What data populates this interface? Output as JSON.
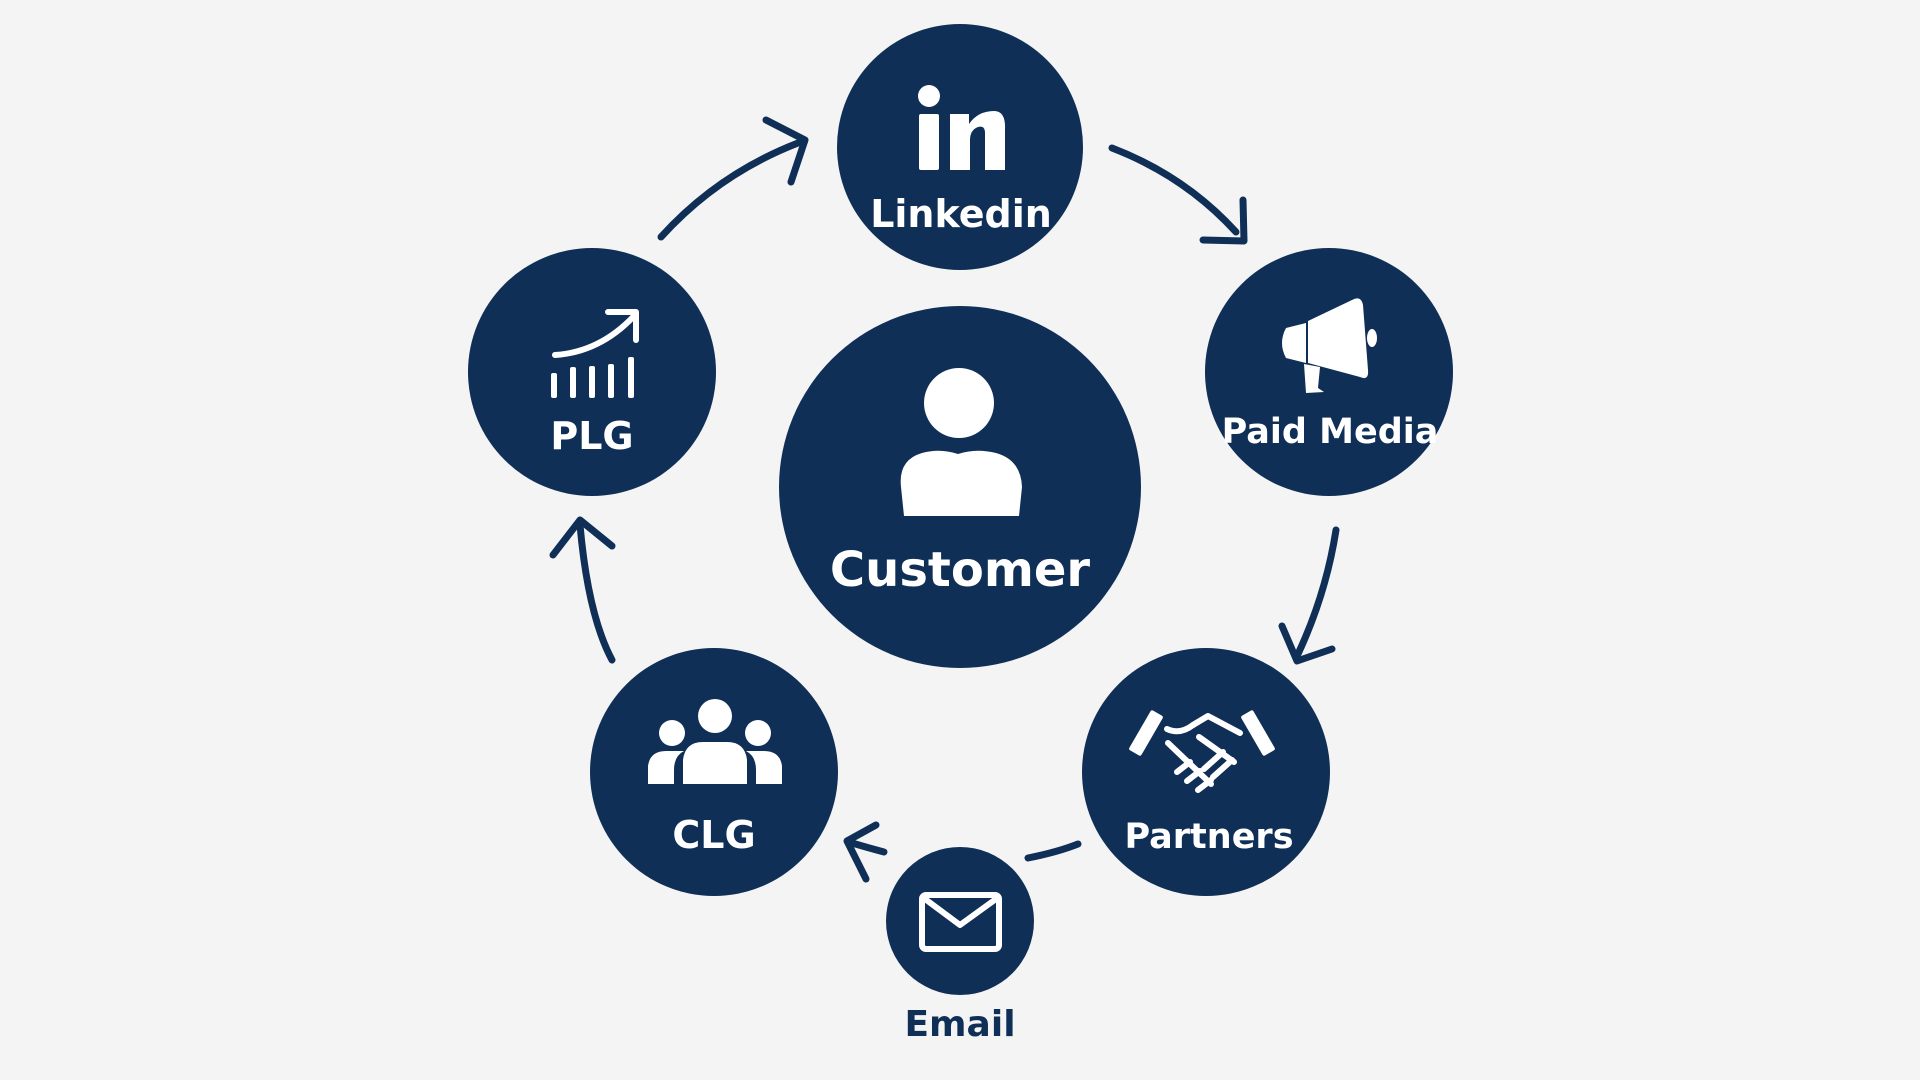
{
  "colors": {
    "background": "#f4f4f4",
    "node_fill": "#0f2f57",
    "icon": "#ffffff",
    "arrow": "#0f2f57",
    "outside_text": "#0f2f57"
  },
  "center": {
    "label": "Customer",
    "icon": "person-icon"
  },
  "nodes": [
    {
      "id": "linkedin",
      "label": "Linkedin",
      "icon": "linkedin-icon",
      "icon_text": "in"
    },
    {
      "id": "paid-media",
      "label": "Paid Media",
      "icon": "megaphone-icon"
    },
    {
      "id": "partners",
      "label": "Partners",
      "icon": "handshake-icon"
    },
    {
      "id": "email",
      "label": "Email",
      "icon": "envelope-icon"
    },
    {
      "id": "clg",
      "label": "CLG",
      "icon": "group-icon"
    },
    {
      "id": "plg",
      "label": "PLG",
      "icon": "growth-chart-icon"
    }
  ],
  "edges": [
    {
      "from": "linkedin",
      "to": "paid-media"
    },
    {
      "from": "paid-media",
      "to": "partners"
    },
    {
      "from": "partners",
      "to": "email"
    },
    {
      "from": "email",
      "to": "clg"
    },
    {
      "from": "clg",
      "to": "plg"
    },
    {
      "from": "plg",
      "to": "linkedin"
    }
  ]
}
